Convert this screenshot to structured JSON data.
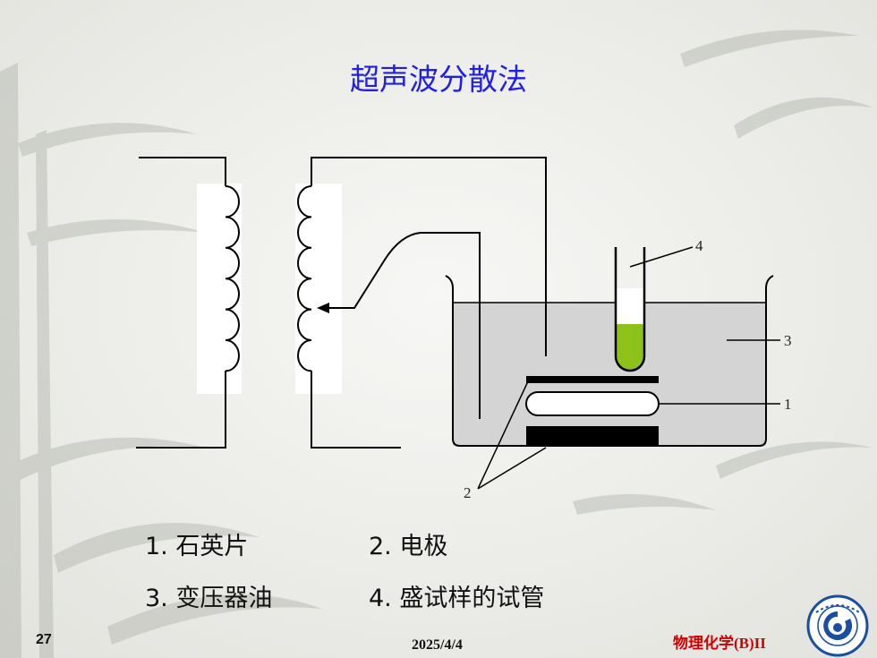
{
  "slide": {
    "title": "超声波分散法",
    "page_number": "27",
    "date": "2025/4/4",
    "course": "物理化学(B)II"
  },
  "diagram": {
    "labels": [
      "1",
      "2",
      "3",
      "4"
    ]
  },
  "legend": [
    {
      "num": "1.",
      "text": "石英片"
    },
    {
      "num": "2.",
      "text": "电极"
    },
    {
      "num": "3.",
      "text": "变压器油"
    },
    {
      "num": "4.",
      "text": "盛试样的试管"
    }
  ],
  "colors": {
    "title": "#1f1fe6",
    "course": "#d00000",
    "oil": "#d4d4d4",
    "sample": "#8cc21a"
  }
}
